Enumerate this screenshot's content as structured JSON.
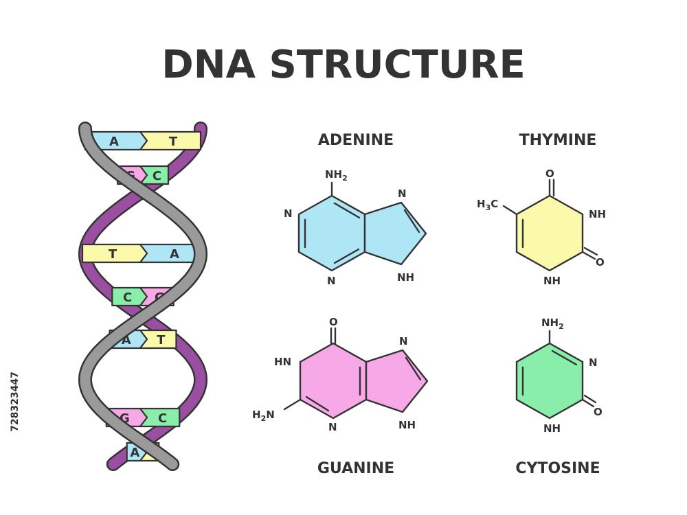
{
  "title": "DNA STRUCTURE",
  "stock_id": "728323447",
  "colors": {
    "adenine": "#aee6f5",
    "thymine": "#fafaaa",
    "guanine": "#f7a8e6",
    "cytosine": "#88eeaa",
    "backbone_gray": "#9a9a9a",
    "backbone_purple": "#9b4fa0",
    "outline": "#333333"
  },
  "helix": {
    "pairs": [
      {
        "left": "A",
        "right": "T"
      },
      {
        "left": "G",
        "right": "C"
      },
      {
        "left": "T",
        "right": "A"
      },
      {
        "left": "C",
        "right": "G"
      },
      {
        "left": "A",
        "right": "T"
      },
      {
        "left": "G",
        "right": "C"
      },
      {
        "left": "A",
        "right": "T"
      }
    ]
  },
  "molecules": {
    "adenine": {
      "name": "ADENINE",
      "labels": {
        "nh2": "NH",
        "nh2_sub": "2",
        "n_left": "N",
        "n_bottom": "N",
        "n_top_right": "N",
        "nh_bottom_right": "NH"
      }
    },
    "thymine": {
      "name": "THYMINE",
      "labels": {
        "ch3": "H",
        "ch3_sub": "3",
        "ch3_c": "C",
        "o_top": "O",
        "nh_right": "NH",
        "o_right": "O",
        "nh_bottom": "NH"
      }
    },
    "guanine": {
      "name": "GUANINE",
      "labels": {
        "o_top": "O",
        "hn_left": "HN",
        "h2n": "H",
        "h2n_sub": "2",
        "h2n_n": "N",
        "n_bottom": "N",
        "n_top_right": "N",
        "nh_bottom_right": "NH"
      }
    },
    "cytosine": {
      "name": "CYTOSINE",
      "labels": {
        "nh2": "NH",
        "nh2_sub": "2",
        "n_right": "N",
        "o_right": "O",
        "nh_bottom": "NH"
      }
    }
  }
}
